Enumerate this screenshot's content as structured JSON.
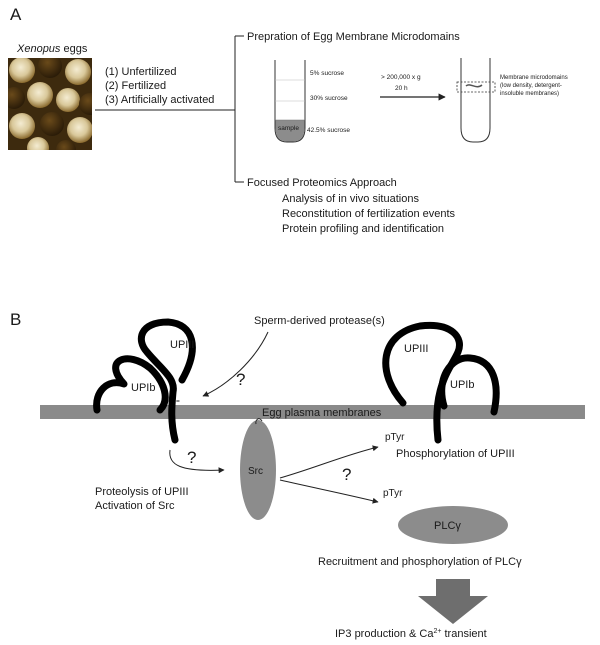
{
  "panel_a": {
    "label": "A",
    "eggs_title_italic": "Xenopus",
    "eggs_title_rest": " eggs",
    "conditions": [
      "(1) Unfertilized",
      "(2) Fertilized",
      "(3) Artificially activated"
    ],
    "prep_title": "Prepration of Egg Membrane Microdomains",
    "gradient": {
      "layer_top": "5% sucrose",
      "layer_mid": "30% sucrose",
      "layer_bottom": "42.5% sucrose",
      "sample_label": "sample"
    },
    "centrifuge_speed": "> 200,000 x g",
    "centrifuge_time": "20 h",
    "microdomain_line1": "Membrane microdomains",
    "microdomain_line2": "(low density, detergent-",
    "microdomain_line3": "insoluble membranes)",
    "proteomics_title": "Focused Proteomics Approach",
    "proteomics_items": [
      "Analysis of in vivo situations",
      "Reconstitution of fertilization events",
      "Protein profiling and identification"
    ]
  },
  "panel_b": {
    "label": "B",
    "protease": "Sperm-derived protease(s)",
    "upiii_left": "UPIII",
    "upib_left": "UPIb",
    "upiii_right": "UPIII",
    "upib_right": "UPIb",
    "membrane": "Egg plasma membranes",
    "src": "Src",
    "question_mark": "?",
    "ptyr": "pTyr",
    "phos_upiii": "Phosphorylation of UPIII",
    "proteolysis_line1": "Proteolysis of UPIII",
    "proteolysis_line2": "Activation of Src",
    "plc": "PLCγ",
    "recruitment": "Recruitment and phosphorylation of PLCγ",
    "ip3_part": "IP3 production & Ca",
    "ca_sup": "2+",
    "transient": " transient"
  }
}
